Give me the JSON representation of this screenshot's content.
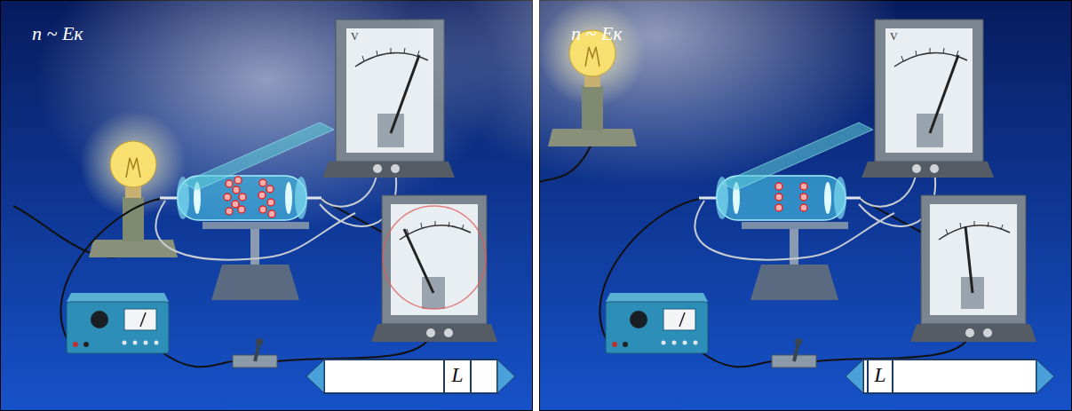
{
  "diagram": {
    "labels": [
      "n ~ Eк",
      "V",
      "L",
      "n ~ Eк",
      "V",
      "L"
    ]
  }
}
